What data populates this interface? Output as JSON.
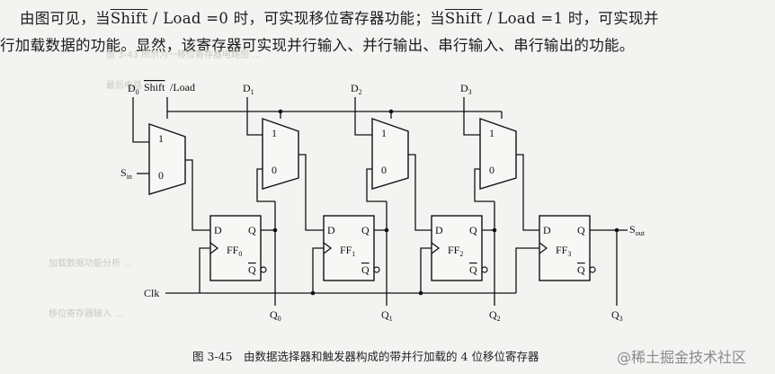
{
  "text": {
    "line1_a": "由图可见，当",
    "line1_shift": "Shift",
    "line1_b": " / Load =0 时，可实现移位寄存器功能；当",
    "line1_shift2": "Shift",
    "line1_c": " / Load =1 时，可实现并",
    "line2": "行加载数据的功能。显然，该寄存器可实现并行输入、并行输出、串行输入、串行输出的功能。"
  },
  "diagram": {
    "d0": "D",
    "d0_sub": "0",
    "shift_bar": "Shift",
    "load": "/Load",
    "d_inputs": [
      {
        "main": "D",
        "sub": "1"
      },
      {
        "main": "D",
        "sub": "2"
      },
      {
        "main": "D",
        "sub": "3"
      }
    ],
    "mux_one": "1",
    "mux_zero": "0",
    "sin_main": "S",
    "sin_sub": "in",
    "ff_d": "D",
    "ff_q": "Q",
    "ff_qbar": "Q",
    "ff_names": [
      {
        "main": "FF",
        "sub": "0"
      },
      {
        "main": "FF",
        "sub": "1"
      },
      {
        "main": "FF",
        "sub": "2"
      },
      {
        "main": "FF",
        "sub": "3"
      }
    ],
    "q_outputs": [
      {
        "main": "Q",
        "sub": "0"
      },
      {
        "main": "Q",
        "sub": "1"
      },
      {
        "main": "Q",
        "sub": "2"
      },
      {
        "main": "Q",
        "sub": "3"
      }
    ],
    "sout_main": "S",
    "sout_sub": "out",
    "clk": "Clk"
  },
  "caption": "图 3-45　由数据选择器和触发器构成的带并行加载的 4 位移位寄存器",
  "watermark": "@稀土掘金技术社区"
}
